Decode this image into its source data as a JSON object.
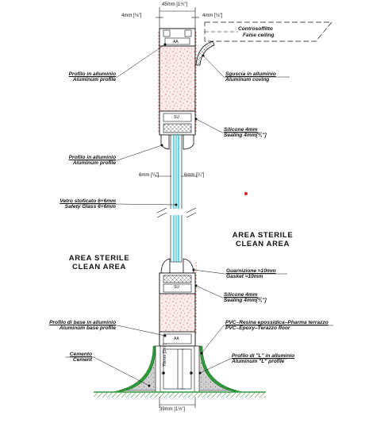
{
  "dimensions": {
    "top_width": "45mm [1¾\"]",
    "left_gap": "4mm [⅛\"]",
    "right_gap": "4mm [⅛\"]",
    "glass_left": "6mm [¼\"]",
    "glass_right": "6mm [¼\"]",
    "base_height": "70mm [2¾\"]",
    "base_width": "39mm [1½\"]"
  },
  "ceiling": {
    "it": "Controsoffitto",
    "en": "False ceiling"
  },
  "labels": {
    "profile_top": {
      "it": "Profilo in alluminio",
      "en": "Aluminum profile"
    },
    "coving": {
      "it": "Sguscia in alluminio",
      "en": "Aluminum coving"
    },
    "silicone_top": {
      "it": "Silicone 4mm",
      "en": "Sealing 4mm[⅛\"]"
    },
    "profile_mid": {
      "it": "Profilo in alluminio",
      "en": "Aluminum profile"
    },
    "glass": {
      "it": "Vetro stoficato 6+6mm",
      "en": "Safety Glass 6+6mm"
    },
    "gasket": {
      "it": "Guarnizione ≈10mm",
      "en": "Gasket ≈10mm"
    },
    "silicone_bot": {
      "it": "Silicone 4mm",
      "en": "Sealing 4mm[⅛\"]"
    },
    "base_profile": {
      "it": "Profilo di base in alluminio",
      "en": "Aluminum base profile"
    },
    "pvc": {
      "it": "PVC–Resina epossidica–Pharma terrazzo",
      "en": "PVC–Epoxy–Terazzo floor"
    },
    "cement": {
      "it": "Cemento",
      "en": "Cement"
    },
    "l_profile": {
      "it": "Profilo di \"L\" in alluminio",
      "en": "Aluminum \"L\" profile"
    }
  },
  "areas": {
    "right": {
      "it": "AREA STERILE",
      "en": "CLEAN AREA"
    },
    "left": {
      "it": "AREA STERILE",
      "en": "CLEAN AREA"
    }
  },
  "profile_marks": {
    "top": "AA",
    "upper_mid": "SU",
    "lower_mid": "SU",
    "bottom": "AA"
  }
}
